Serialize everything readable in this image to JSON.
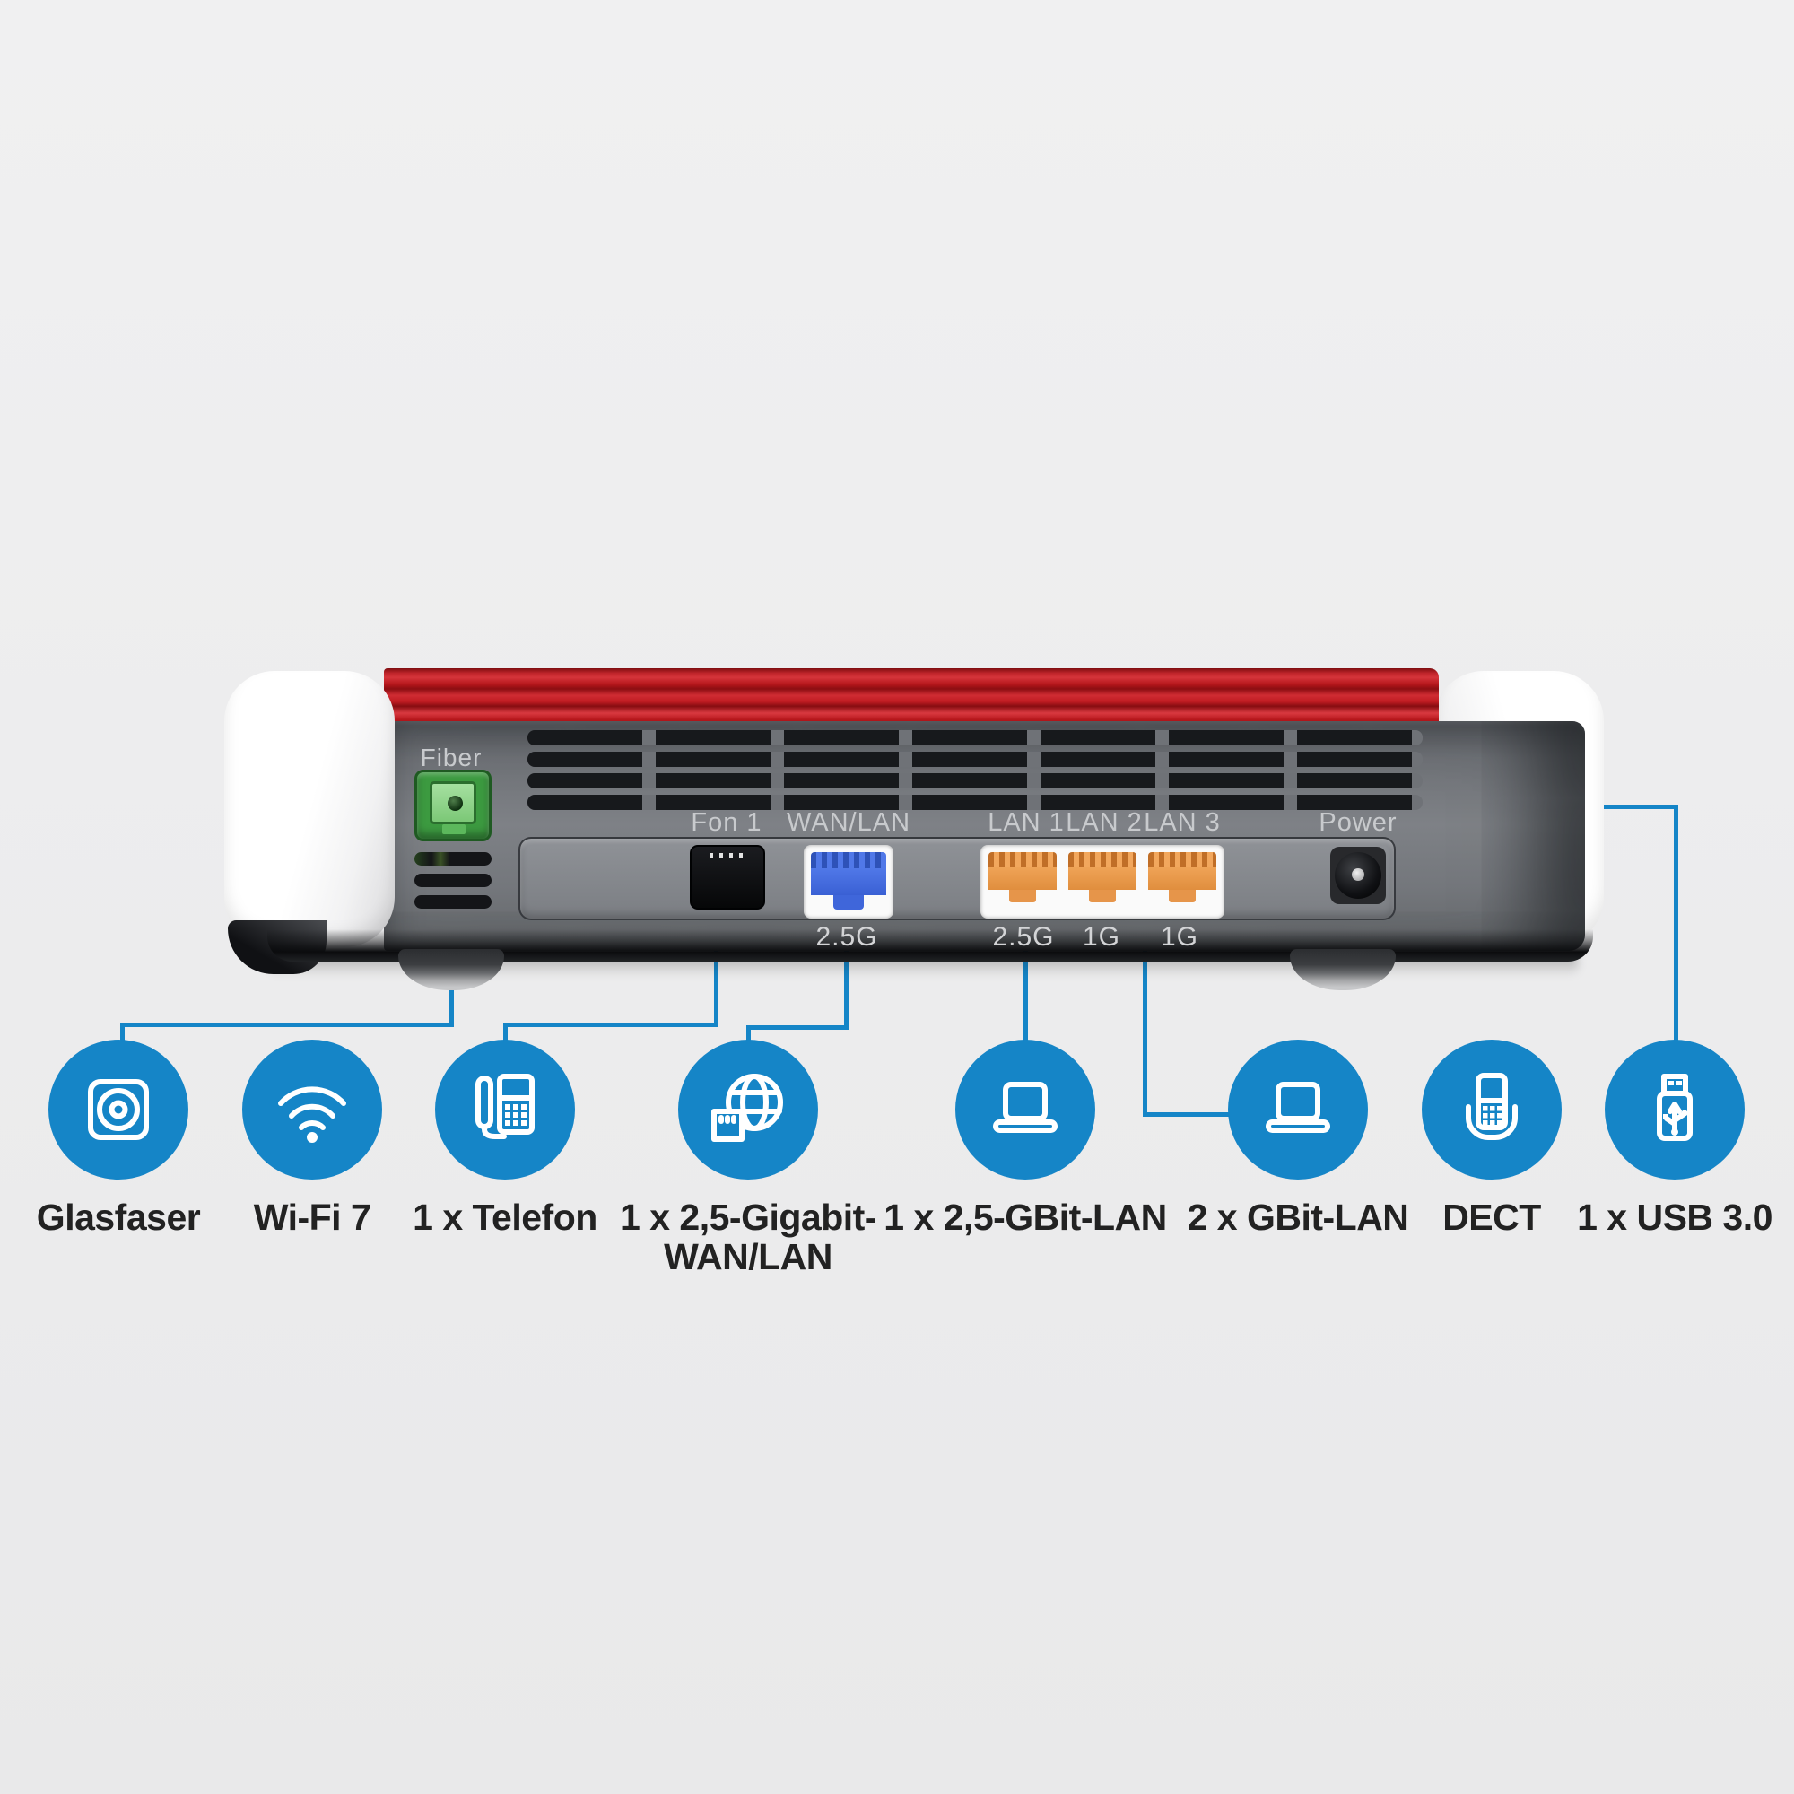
{
  "title": "FRITZ!Box router rear panel feature diagram",
  "colors": {
    "accent_blue": "#1585c7",
    "router_red_top": "#b5161b",
    "router_body_gray": "#73767b",
    "fiber_port_green": "#3c9a40",
    "wan_port_blue": "#4a74e8",
    "lan_port_orange": "#f0a458",
    "background": "#ededee",
    "feature_label_text": "#222222",
    "port_label_text": "#c8cacd"
  },
  "router": {
    "fiber_label": "Fiber",
    "port_labels": {
      "fon": "Fon 1",
      "wan": "WAN/LAN",
      "lan1": "LAN 1",
      "lan2": "LAN 2",
      "lan3": "LAN 3",
      "power": "Power"
    },
    "speed_labels": {
      "wan": "2.5G",
      "lan1": "2.5G",
      "lan2": "1G",
      "lan3": "1G"
    }
  },
  "features": [
    {
      "icon": "fiber-wall-socket-icon",
      "label": "Glasfaser"
    },
    {
      "icon": "wifi-icon",
      "label": "Wi-Fi 7"
    },
    {
      "icon": "desk-phone-icon",
      "label": "1 x Telefon"
    },
    {
      "icon": "globe-ethernet-icon",
      "label": "1 x 2,5-Gigabit-",
      "label2": "WAN/LAN"
    },
    {
      "icon": "laptop-icon",
      "label": "1 x 2,5-GBit-LAN"
    },
    {
      "icon": "laptop-icon",
      "label": "2 x GBit-LAN"
    },
    {
      "icon": "dect-handset-icon",
      "label": "DECT"
    },
    {
      "icon": "usb-stick-icon",
      "label": "1 x USB 3.0"
    }
  ]
}
